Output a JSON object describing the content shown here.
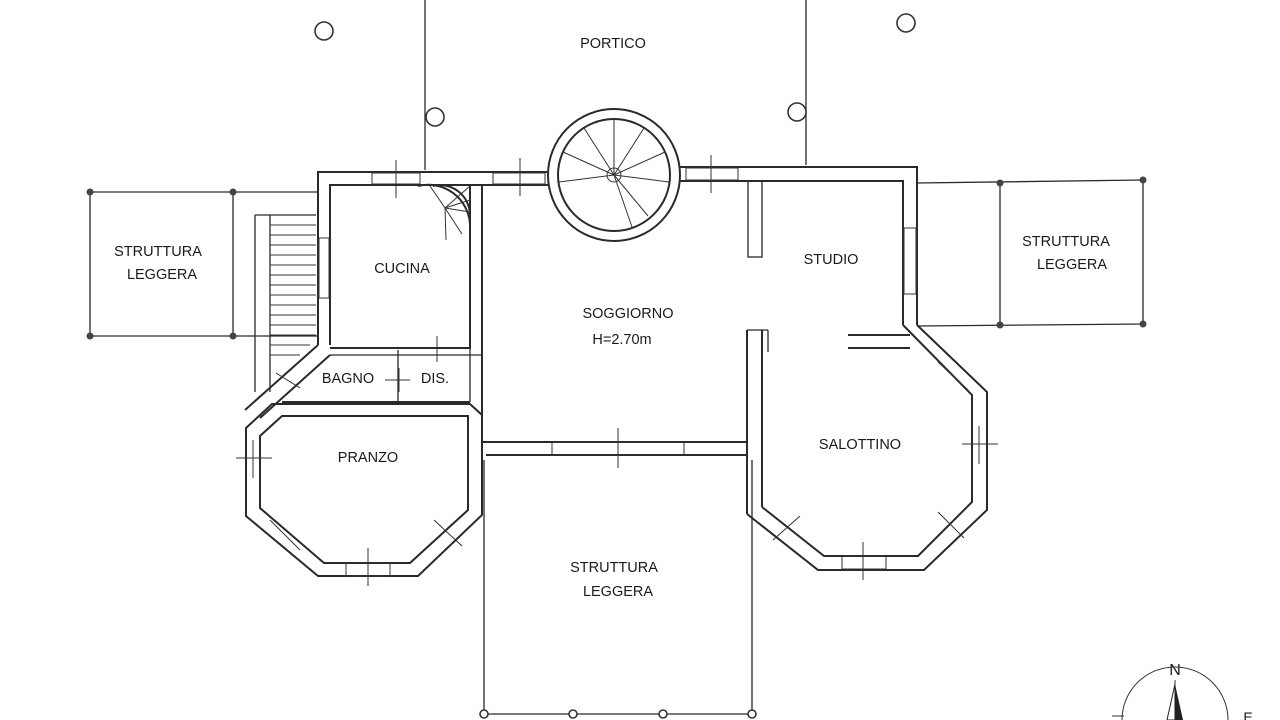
{
  "rooms": {
    "portico": "PORTICO",
    "cucina": "CUCINA",
    "soggiorno": "SOGGIORNO",
    "soggiorno_height": "H=2.70m",
    "studio": "STUDIO",
    "bagno": "BAGNO",
    "dis": "DIS.",
    "pranzo": "PRANZO",
    "salottino": "SALOTTINO"
  },
  "structures": {
    "left_line1": "STRUTTURA",
    "left_line2": "LEGGERA",
    "right_line1": "STRUTTURA",
    "right_line2": "LEGGERA",
    "bottom_line1": "STRUTTURA",
    "bottom_line2": "LEGGERA"
  },
  "compass": {
    "north_label": "N",
    "east_label": "E"
  }
}
